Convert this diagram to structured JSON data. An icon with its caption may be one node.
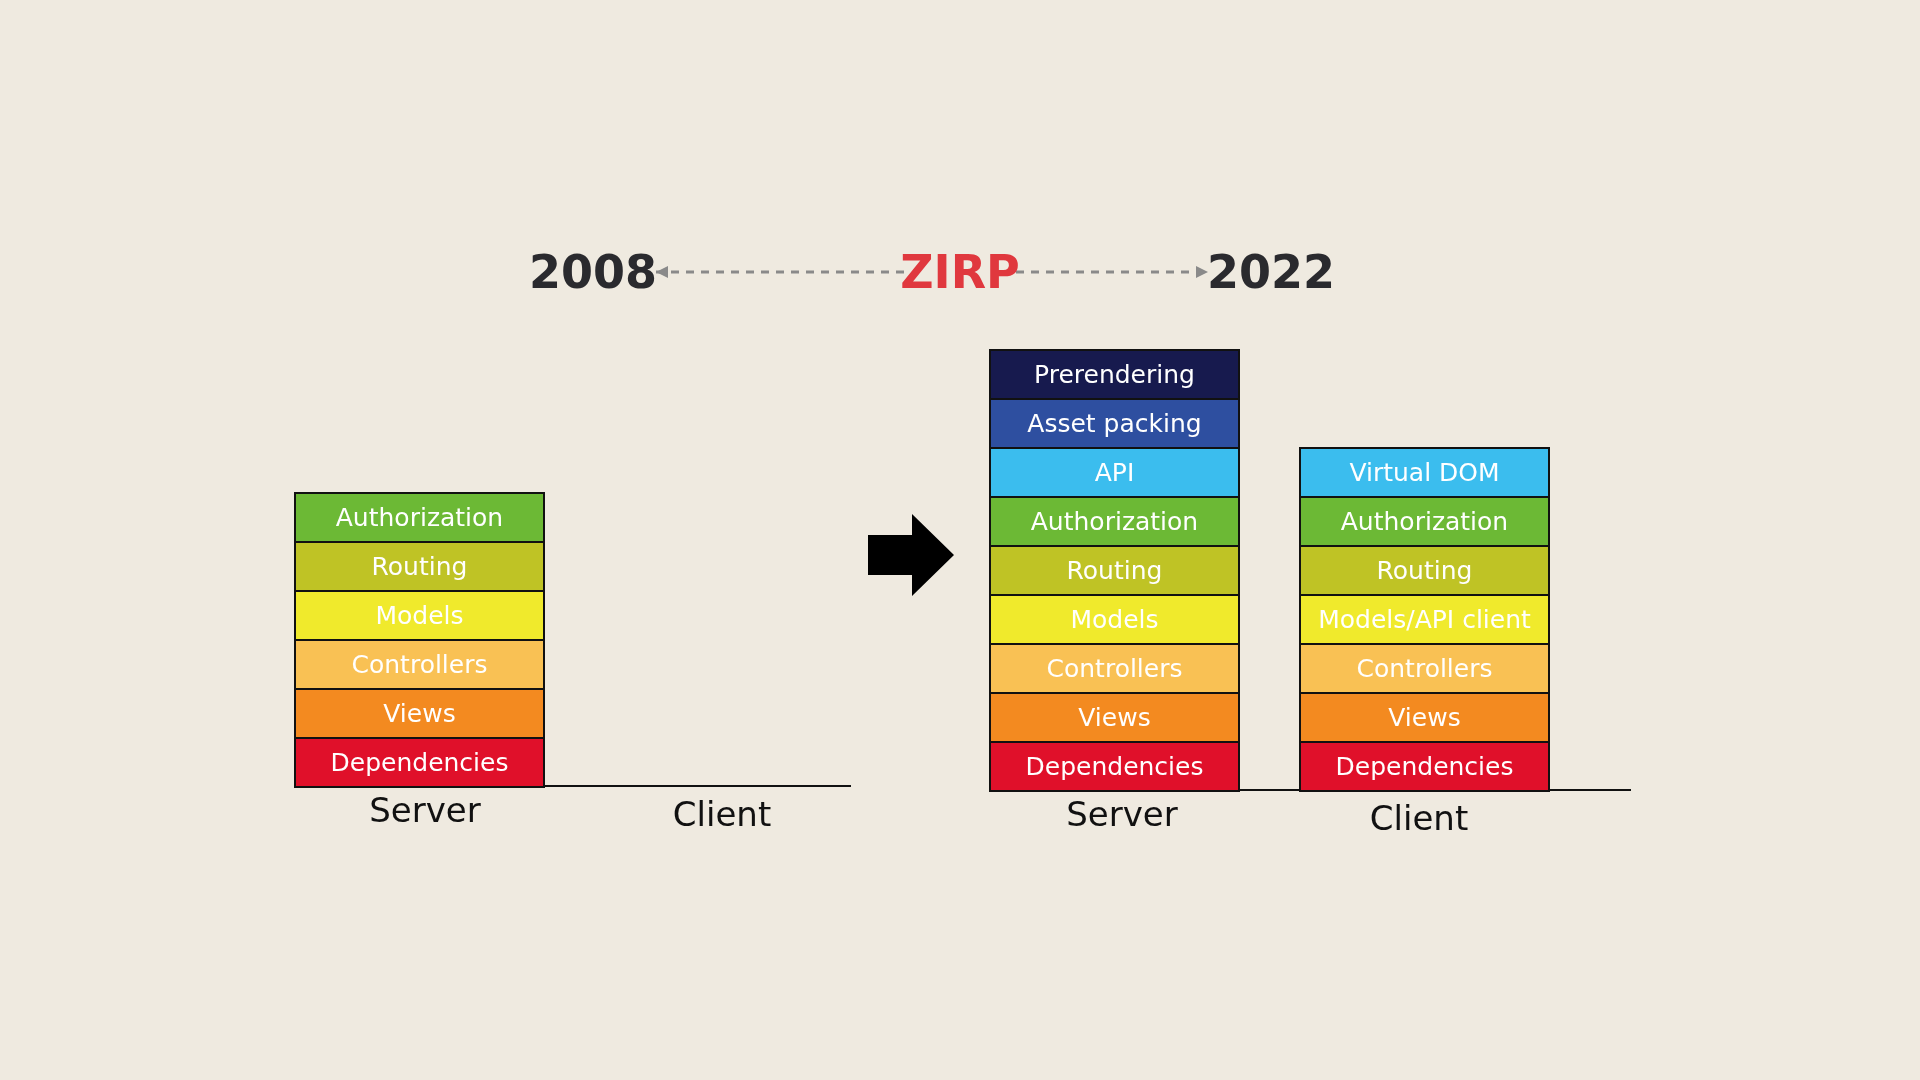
{
  "diagram": {
    "nodes": [
      {
        "text": [
          "2008"
        ]
      },
      {
        "text": [
          "ZIRP"
        ]
      },
      {
        "text": [
          "2022"
        ]
      },
      {
        "text": [
          "Authorization"
        ]
      },
      {
        "text": [
          "Routing"
        ]
      },
      {
        "text": [
          "Models"
        ]
      },
      {
        "text": [
          "Controllers"
        ]
      },
      {
        "text": [
          "Views"
        ]
      },
      {
        "text": [
          "Dependencies"
        ]
      },
      {
        "text": [
          "Prerendering"
        ]
      },
      {
        "text": [
          "Asset packing"
        ]
      },
      {
        "text": [
          "API"
        ]
      },
      {
        "text": [
          "Authorization"
        ]
      },
      {
        "text": [
          "Routing"
        ]
      },
      {
        "text": [
          "Models"
        ]
      },
      {
        "text": [
          "Controllers"
        ]
      },
      {
        "text": [
          "Views"
        ]
      },
      {
        "text": [
          "Dependencies"
        ]
      },
      {
        "text": [
          "Virtual DOM"
        ]
      },
      {
        "text": [
          "Authorization"
        ]
      },
      {
        "text": [
          "Routing"
        ]
      },
      {
        "text": [
          "Models/API client"
        ]
      },
      {
        "text": [
          "Controllers"
        ]
      },
      {
        "text": [
          "Views"
        ]
      },
      {
        "text": [
          "Dependencies"
        ]
      }
    ],
    "edges": [
      {
        "from": 1,
        "to": 0,
        "arrow": "to",
        "style": "dashed"
      },
      {
        "from": 1,
        "to": 2,
        "arrow": "to",
        "style": "dashed"
      }
    ],
    "labels": [
      "Server",
      "Client",
      "Server",
      "Client"
    ]
  }
}
